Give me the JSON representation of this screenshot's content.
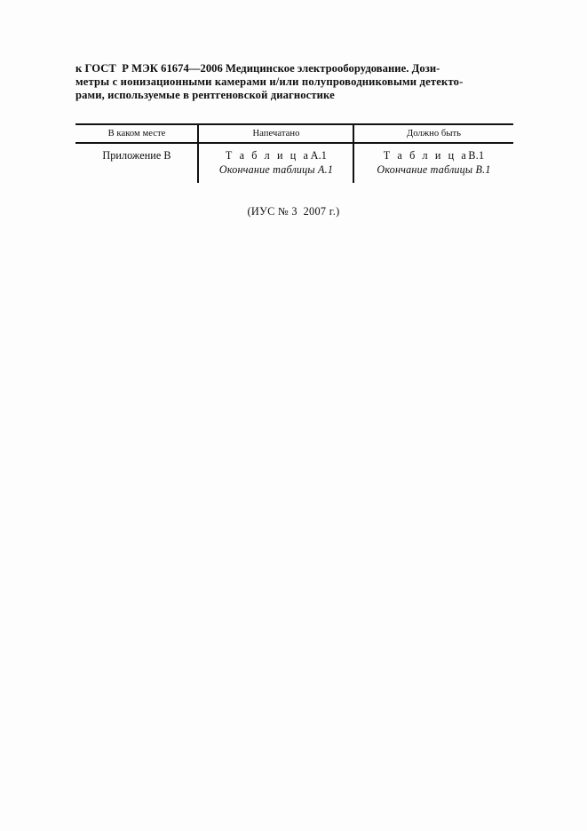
{
  "document": {
    "header_lines": [
      "к ГОСТ  Р МЭК 61674—2006 Медицинское электрооборудование. Дози-",
      "метры с ионизационными камерами и/или полупроводниковыми детекто-",
      "рами, используемые в рентгеновской диагностике"
    ]
  },
  "table": {
    "columns": [
      "В каком месте",
      "Напечатано",
      "Должно быть"
    ],
    "rows": [
      {
        "location": "Приложение В",
        "printed": {
          "line1_spaced": "Т а б л и ц а",
          "line1_ref": "А.1",
          "line2": "Окончание таблицы А.1"
        },
        "should_be": {
          "line1_spaced": "Т а б л и ц а",
          "line1_ref": "В.1",
          "line2": "Окончание таблицы В.1"
        }
      }
    ]
  },
  "footer": {
    "note": "(ИУС № 3  2007 г.)"
  },
  "colors": {
    "page_background": "#fdfdfd",
    "text": "#0d0d0d",
    "rule": "#111111"
  }
}
